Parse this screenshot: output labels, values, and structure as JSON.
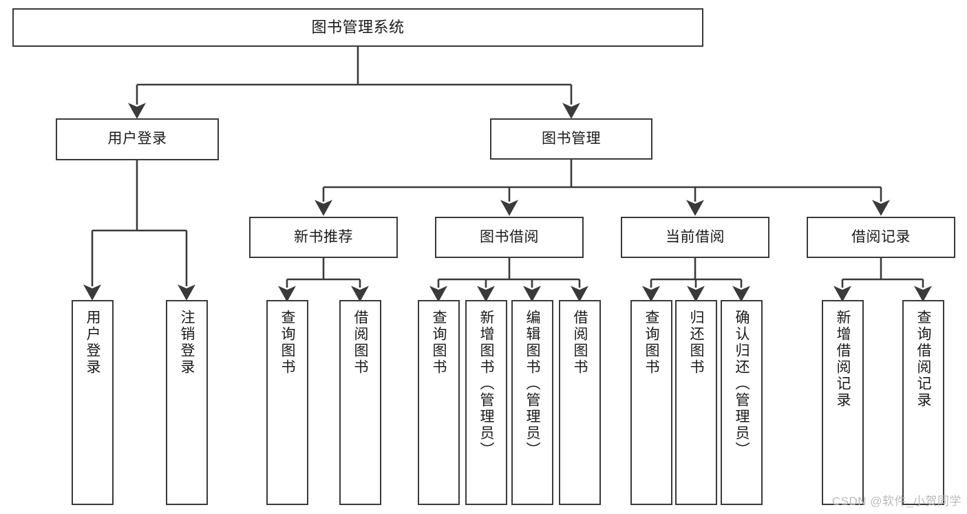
{
  "diagram": {
    "type": "tree-hierarchy",
    "title": "图书管理系统",
    "watermark": "CSDN @软件_小贺同学",
    "colors": {
      "stroke": "#3a3a3a",
      "fill": "#ffffff",
      "text": "#1a1a1a",
      "watermark": "#b9b9b9"
    },
    "levels": {
      "root": {
        "label": "图书管理系统"
      },
      "level1": [
        {
          "label": "用户登录"
        },
        {
          "label": "图书管理"
        }
      ],
      "level2": [
        {
          "label": "新书推荐"
        },
        {
          "label": "图书借阅"
        },
        {
          "label": "当前借阅"
        },
        {
          "label": "借阅记录"
        }
      ],
      "leaves": {
        "user_login": [
          {
            "label": "用户登录"
          },
          {
            "label": "注销登录"
          }
        ],
        "new_book": [
          {
            "label": "查询图书"
          },
          {
            "label": "借阅图书"
          }
        ],
        "book_borrow": [
          {
            "label": "查询图书"
          },
          {
            "label": "新增图书（管理员）"
          },
          {
            "label": "编辑图书（管理员）"
          },
          {
            "label": "借阅图书"
          }
        ],
        "current_borrow": [
          {
            "label": "查询图书"
          },
          {
            "label": "归还图书"
          },
          {
            "label": "确认归还（管理员）"
          }
        ],
        "borrow_record": [
          {
            "label": "新增借阅记录"
          },
          {
            "label": "查询借阅记录"
          }
        ]
      }
    }
  }
}
